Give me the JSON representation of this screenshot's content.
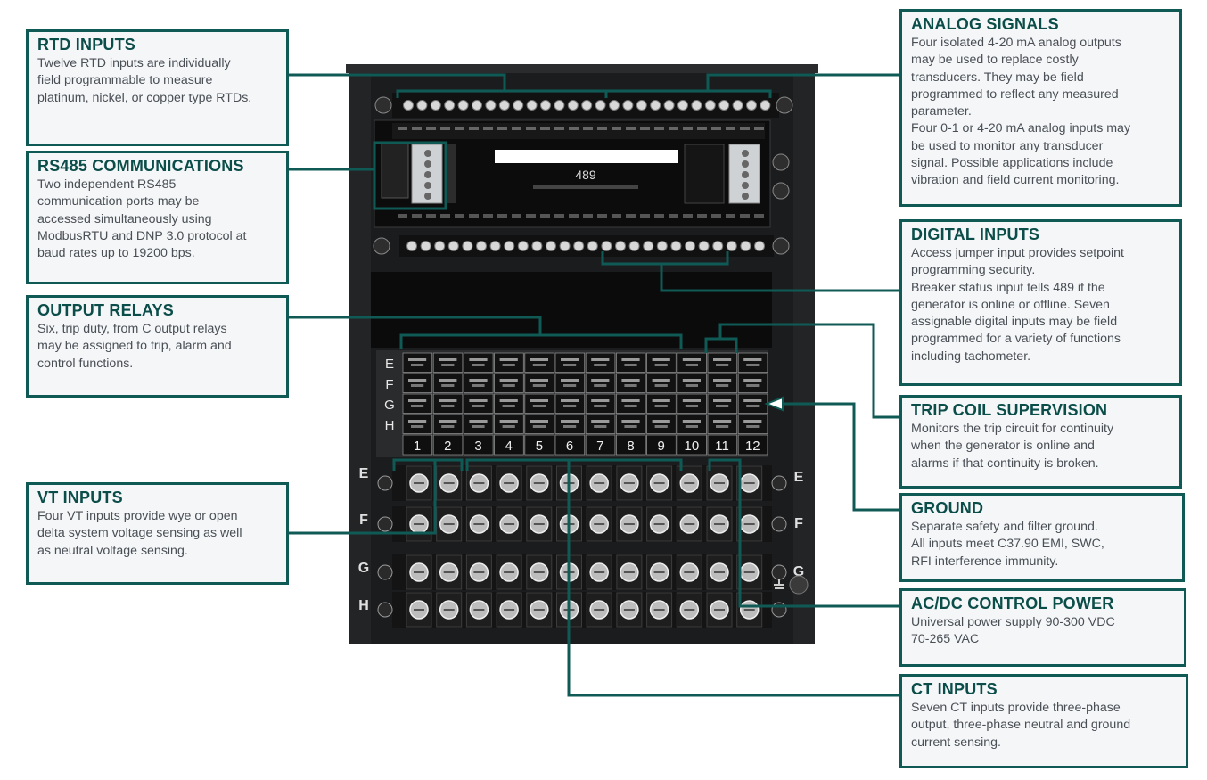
{
  "device": {
    "model_label": "489",
    "terminal_rows": [
      "E",
      "F",
      "G",
      "H"
    ],
    "terminal_numbers": [
      "1",
      "2",
      "3",
      "4",
      "5",
      "6",
      "7",
      "8",
      "9",
      "10",
      "11",
      "12"
    ]
  },
  "callouts": {
    "rtd": {
      "title": "RTD INPUTS",
      "lines": [
        "Twelve RTD inputs are individually",
        "field programmable to measure",
        "platinum, nickel, or copper type RTDs."
      ]
    },
    "rs485": {
      "title": "RS485 COMMUNICATIONS",
      "lines": [
        "Two independent RS485",
        "communication ports may be",
        "accessed simultaneously using",
        "ModbusRTU and DNP 3.0 protocol at",
        "baud rates up to 19200 bps."
      ]
    },
    "relays": {
      "title": "OUTPUT RELAYS",
      "lines": [
        "Six, trip duty, from C output relays",
        "may be assigned to trip, alarm and",
        "control functions."
      ]
    },
    "vt": {
      "title": "VT INPUTS",
      "lines": [
        "Four VT inputs provide wye or open",
        "delta system voltage sensing as well",
        "as neutral voltage sensing."
      ]
    },
    "analog": {
      "title": "ANALOG SIGNALS",
      "lines": [
        "Four isolated 4-20 mA analog outputs",
        "may be used to replace costly",
        "transducers. They may be field",
        "programmed to reflect any measured",
        "parameter.",
        "Four 0-1 or 4-20 mA analog inputs may",
        "be used to monitor any transducer",
        "signal. Possible applications include",
        "vibration and field current monitoring."
      ]
    },
    "digital": {
      "title": "DIGITAL INPUTS",
      "lines": [
        "Access jumper input provides setpoint",
        "programming security.",
        "Breaker status input tells 489 if the",
        "generator is online or offline. Seven",
        "assignable digital inputs may be field",
        "programmed for a variety of functions",
        "including tachometer."
      ]
    },
    "trip": {
      "title": "TRIP COIL SUPERVISION",
      "lines": [
        "Monitors the trip circuit for continuity",
        "when the generator is online and",
        "alarms if that continuity is broken."
      ]
    },
    "ground": {
      "title": "GROUND",
      "lines": [
        "Separate safety and filter ground.",
        "All inputs meet C37.90 EMI, SWC,",
        "RFI interference immunity."
      ]
    },
    "power": {
      "title": "AC/DC CONTROL POWER",
      "lines": [
        "Universal power supply 90-300 VDC",
        "70-265 VAC"
      ]
    },
    "ct": {
      "title": "CT INPUTS",
      "lines": [
        "Seven CT inputs provide three-phase",
        "output, three-phase neutral and ground",
        "current sensing."
      ]
    }
  },
  "colors": {
    "accent": "#0f5a55",
    "device": "#1b1c1e",
    "callout_bg": "#f4f6f8"
  }
}
